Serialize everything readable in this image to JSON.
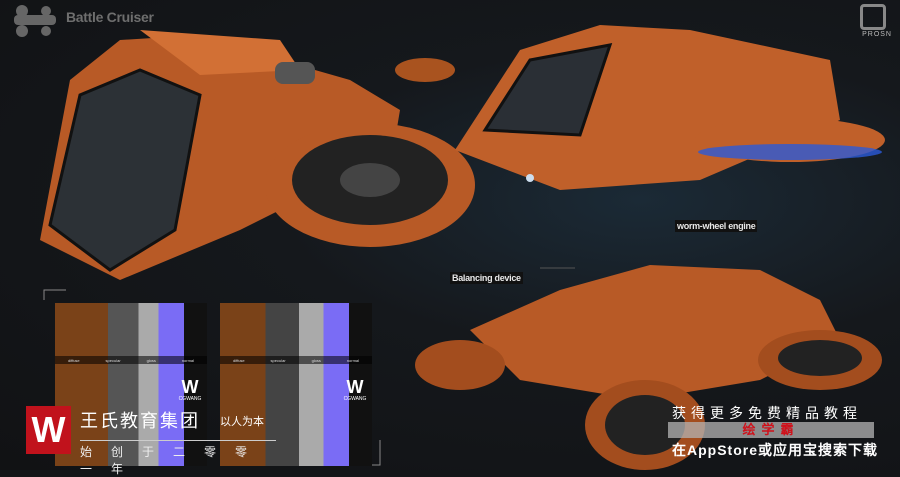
{
  "header": {
    "title": "Battle Cruiser",
    "brand": "PROSN"
  },
  "callouts": {
    "engine": "worm-wheel engine",
    "balancing": "Balancing device"
  },
  "texture_sheets": [
    {
      "maps": [
        "diffuse",
        "specular",
        "gloss",
        "normal"
      ],
      "logo": "CGWANG"
    },
    {
      "maps": [
        "diffuse",
        "specular",
        "gloss",
        "normal"
      ],
      "logo": "CGWANG"
    }
  ],
  "watermark": {
    "company": "王氏教育集团",
    "motto": "以人为本",
    "founded": "始创于二零零一年",
    "logo_letter": "W"
  },
  "promo": {
    "line1": "获得更多免费精品教程",
    "app": "绘学霸",
    "line3": "在AppStore或应用宝搜索下载"
  },
  "colors": {
    "hull": "#c8652a",
    "accent_red": "#c1121c",
    "normal_map": "#7a6cf5"
  }
}
